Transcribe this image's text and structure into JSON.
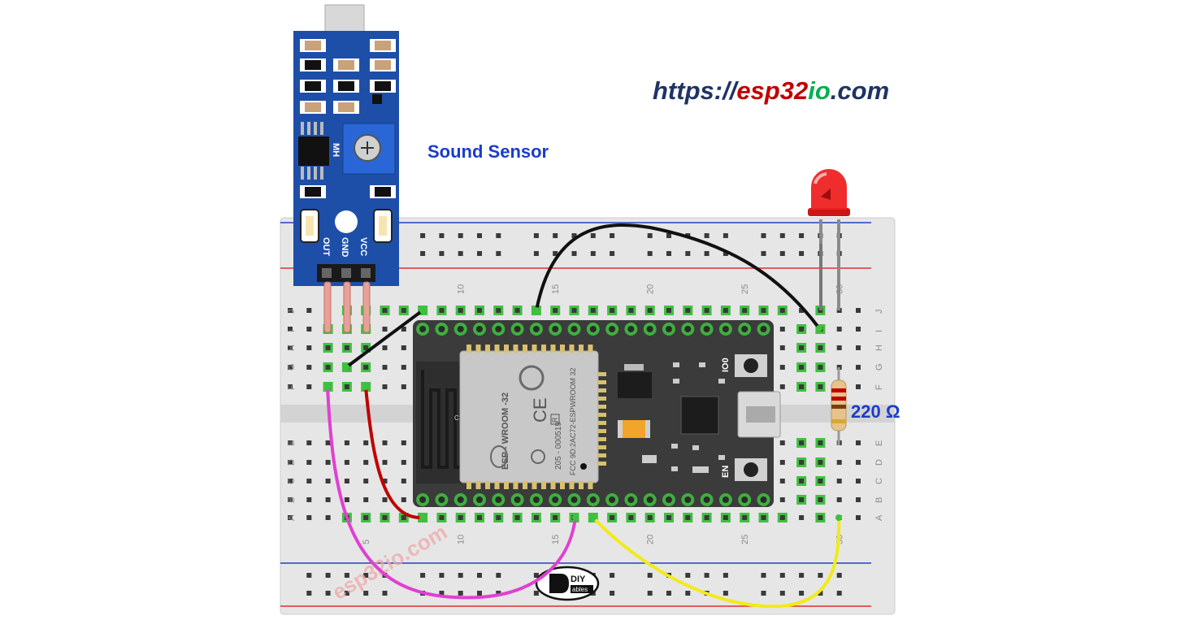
{
  "website": {
    "prefix": "https://",
    "part_red": "esp32",
    "part_green": "io",
    "suffix": ".com"
  },
  "sensor": {
    "label": "Sound Sensor",
    "pins": [
      "OUT",
      "GND",
      "VCC"
    ],
    "module_text": "MH"
  },
  "resistor": {
    "label": "220 Ω"
  },
  "breadboard": {
    "row_letters_top": [
      "J",
      "I",
      "H",
      "G",
      "F"
    ],
    "row_letters_bottom": [
      "E",
      "D",
      "C",
      "B",
      "A"
    ],
    "column_numbers": [
      "5",
      "10",
      "15",
      "20",
      "25",
      "30"
    ],
    "watermark": "esp32io.com"
  },
  "esp32": {
    "module_lines": [
      "ESP - WROOM -32",
      "205 - 000519",
      "FCC 9D:2AC72-ESPWROOM 32"
    ],
    "ce_mark": "CE",
    "r_mark": "R",
    "button_top": "IO0",
    "button_bottom": "EN",
    "antenna_letter": "C"
  },
  "logo": {
    "text_top": "DIY",
    "text_bottom": "ables"
  },
  "colors": {
    "breadboard": "#e6e6e6",
    "esp32_board": "#3b3b3b",
    "sensor_board": "#1e4fa8",
    "wire_black": "#111111",
    "wire_red": "#c00000",
    "wire_magenta": "#e040d0",
    "wire_yellow": "#f2ea18",
    "led": "#ee2222",
    "rail_red": "#e03030",
    "rail_blue": "#2040c0",
    "hole_active": "#40c040"
  }
}
